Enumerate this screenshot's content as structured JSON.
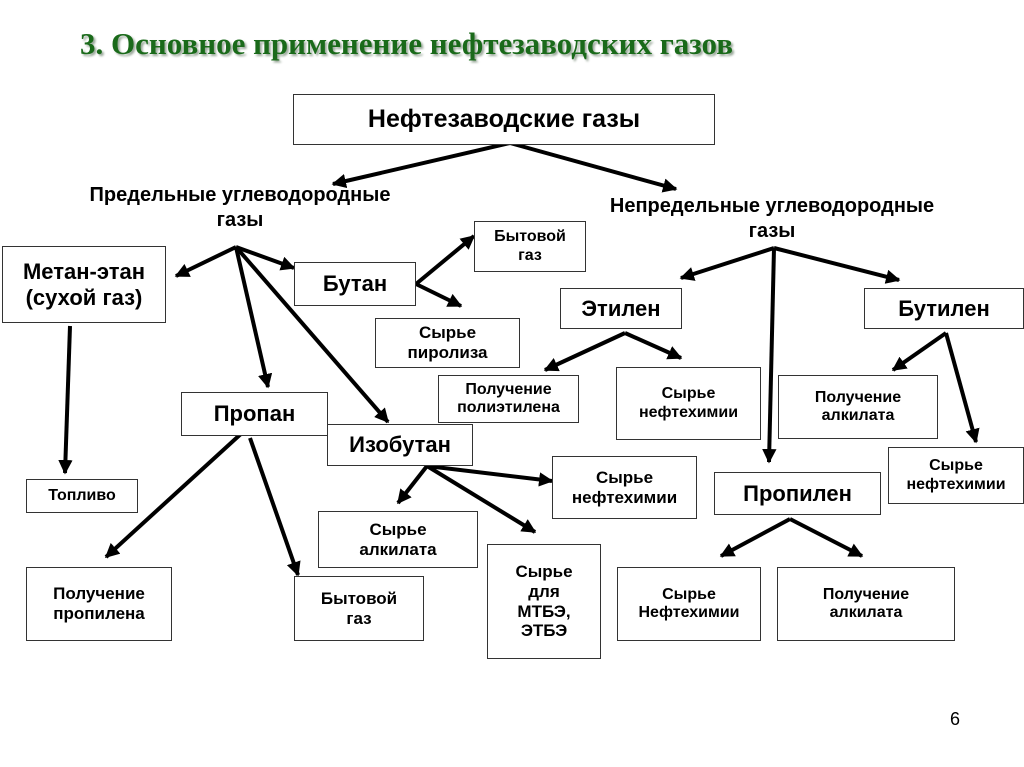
{
  "title": "3. Основное применение нефтезаводских газов",
  "page_number": "6",
  "colors": {
    "title": "#1a6a1a",
    "arrow": "#000000",
    "box_border": "#333333"
  },
  "nodes": {
    "root": "Нефтезаводские газы",
    "saturated": "Предельные углеводородные\nгазы",
    "unsaturated": "Непредельные углеводородные\nгазы",
    "methane_ethane": "Метан-этан\n(сухой газ)",
    "butane": "Бутан",
    "butane_household": "Бытовой\nгаз",
    "butane_pyrolysis": "Сырье\nпиролиза",
    "propane": "Пропан",
    "isobutane": "Изобутан",
    "fuel": "Топливо",
    "propylene_production": "Получение\nпропилена",
    "propane_household": "Бытовой\nгаз",
    "isobutane_alkylate": "Сырье\nалкилата",
    "isobutane_mtbe": "Сырье\nдля\nМТБЭ,\nЭТБЭ",
    "isobutane_petrochem": "Сырье\nнефтехимии",
    "ethylene": "Этилен",
    "polyethylene": "Получение\nполиэтилена",
    "ethylene_petrochem": "Сырье\nнефтехимии",
    "butylene": "Бутилен",
    "butylene_alkylate": "Получение\nалкилата",
    "butylene_petrochem": "Сырье\nнефтехимии",
    "propylene": "Пропилен",
    "propylene_petrochem": "Сырье\nНефтехимии",
    "propylene_alkylate": "Получение\nалкилата"
  }
}
